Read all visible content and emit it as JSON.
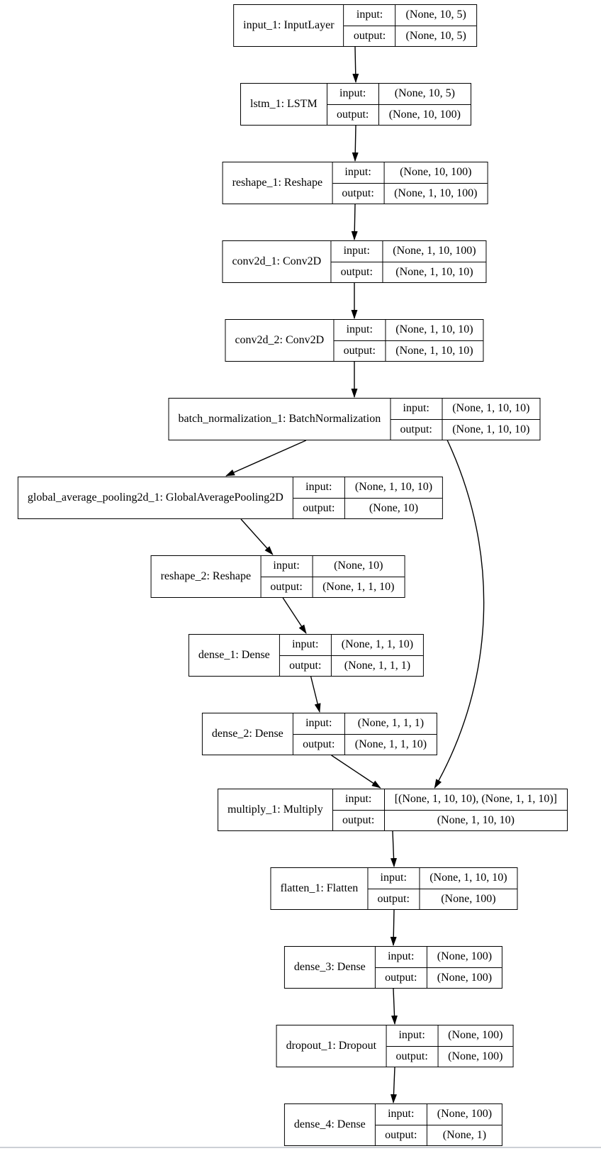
{
  "diagram": {
    "type": "keras-model-architecture-flowchart",
    "io_labels": {
      "input": "input:",
      "output": "output:"
    },
    "colors": {
      "background": "#ffffff",
      "node_border": "#000000",
      "edge": "#000000",
      "text": "#000000"
    },
    "nodes": [
      {
        "id": "input_1",
        "label": "input_1: InputLayer",
        "input": "(None, 10, 5)",
        "output": "(None, 10, 5)"
      },
      {
        "id": "lstm_1",
        "label": "lstm_1: LSTM",
        "input": "(None, 10, 5)",
        "output": "(None, 10, 100)"
      },
      {
        "id": "reshape_1",
        "label": "reshape_1: Reshape",
        "input": "(None, 10, 100)",
        "output": "(None, 1, 10, 100)"
      },
      {
        "id": "conv2d_1",
        "label": "conv2d_1: Conv2D",
        "input": "(None, 1, 10, 100)",
        "output": "(None, 1, 10, 10)"
      },
      {
        "id": "conv2d_2",
        "label": "conv2d_2: Conv2D",
        "input": "(None, 1, 10, 10)",
        "output": "(None, 1, 10, 10)"
      },
      {
        "id": "batch_normalization_1",
        "label": "batch_normalization_1: BatchNormalization",
        "input": "(None, 1, 10, 10)",
        "output": "(None, 1, 10, 10)"
      },
      {
        "id": "global_average_pooling2d_1",
        "label": "global_average_pooling2d_1: GlobalAveragePooling2D",
        "input": "(None, 1, 10, 10)",
        "output": "(None, 10)"
      },
      {
        "id": "reshape_2",
        "label": "reshape_2: Reshape",
        "input": "(None, 10)",
        "output": "(None, 1, 1, 10)"
      },
      {
        "id": "dense_1",
        "label": "dense_1: Dense",
        "input": "(None, 1, 1, 10)",
        "output": "(None, 1, 1, 1)"
      },
      {
        "id": "dense_2",
        "label": "dense_2: Dense",
        "input": "(None, 1, 1, 1)",
        "output": "(None, 1, 1, 10)"
      },
      {
        "id": "multiply_1",
        "label": "multiply_1: Multiply",
        "input": "[(None, 1, 10, 10), (None, 1, 1, 10)]",
        "output": "(None, 1, 10, 10)"
      },
      {
        "id": "flatten_1",
        "label": "flatten_1: Flatten",
        "input": "(None, 1, 10, 10)",
        "output": "(None, 100)"
      },
      {
        "id": "dense_3",
        "label": "dense_3: Dense",
        "input": "(None, 100)",
        "output": "(None, 100)"
      },
      {
        "id": "dropout_1",
        "label": "dropout_1: Dropout",
        "input": "(None, 100)",
        "output": "(None, 100)"
      },
      {
        "id": "dense_4",
        "label": "dense_4: Dense",
        "input": "(None, 100)",
        "output": "(None, 1)"
      }
    ],
    "edges": [
      {
        "from": "input_1",
        "to": "lstm_1"
      },
      {
        "from": "lstm_1",
        "to": "reshape_1"
      },
      {
        "from": "reshape_1",
        "to": "conv2d_1"
      },
      {
        "from": "conv2d_1",
        "to": "conv2d_2"
      },
      {
        "from": "conv2d_2",
        "to": "batch_normalization_1"
      },
      {
        "from": "batch_normalization_1",
        "to": "global_average_pooling2d_1"
      },
      {
        "from": "batch_normalization_1",
        "to": "multiply_1"
      },
      {
        "from": "global_average_pooling2d_1",
        "to": "reshape_2"
      },
      {
        "from": "reshape_2",
        "to": "dense_1"
      },
      {
        "from": "dense_1",
        "to": "dense_2"
      },
      {
        "from": "dense_2",
        "to": "multiply_1"
      },
      {
        "from": "multiply_1",
        "to": "flatten_1"
      },
      {
        "from": "flatten_1",
        "to": "dense_3"
      },
      {
        "from": "dense_3",
        "to": "dropout_1"
      },
      {
        "from": "dropout_1",
        "to": "dense_4"
      }
    ]
  }
}
